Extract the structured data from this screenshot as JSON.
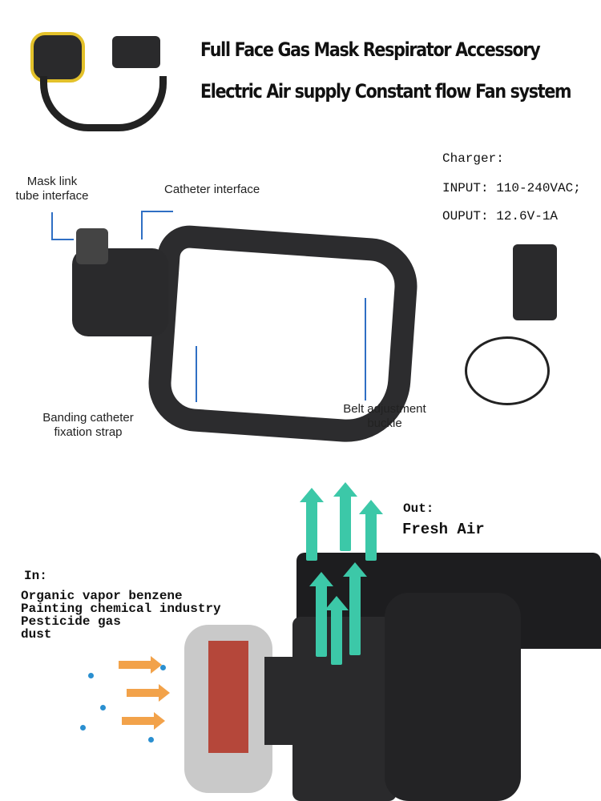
{
  "header": {
    "title_line1": "Full Face Gas Mask Respirator Accessory",
    "title_line2": "Electric Air supply Constant flow Fan system"
  },
  "callouts": {
    "mask_link": "Mask link\ntube interface",
    "catheter": "Catheter interface",
    "banding": "Banding catheter\nfixation strap",
    "belt_buckle": "Belt adjustment\nbuckle"
  },
  "charger": {
    "title": "Charger:",
    "input": "INPUT: 110-240VAC;",
    "output": "OUPUT: 12.6V-1A"
  },
  "airflow": {
    "out_label": "Out:",
    "out_value": "Fresh Air",
    "in_label": "In:",
    "in_items": [
      "Organic vapor benzene",
      "Painting chemical industry",
      "Pesticide gas",
      "dust"
    ]
  },
  "colors": {
    "callout_line": "#2f6fc4",
    "arrow_out": "#3cc8a8",
    "arrow_in": "#f2a24a"
  }
}
